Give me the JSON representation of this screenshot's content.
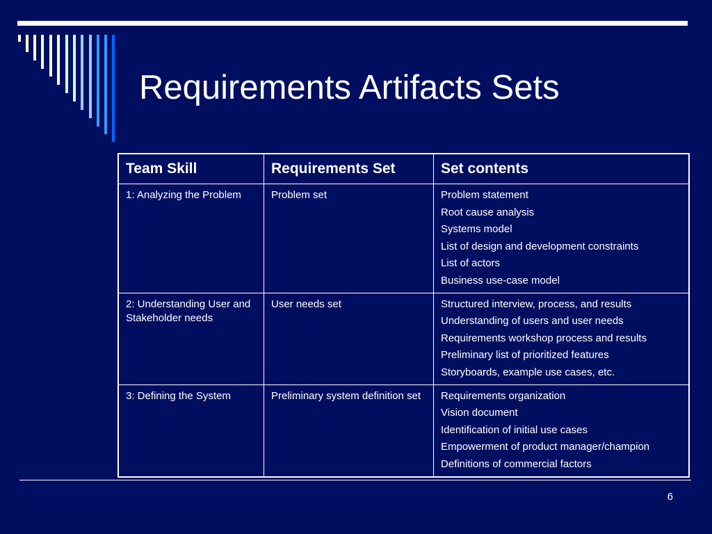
{
  "slide": {
    "title": "Requirements Artifacts Sets",
    "page_number": "6",
    "colors": {
      "background": "#000e5f",
      "text": "#ffffff",
      "stripe_palette": [
        "#ffffcc",
        "#ffffff",
        "#ccffff",
        "#99ccff",
        "#3399ff",
        "#0066ff"
      ]
    }
  },
  "table": {
    "headers": [
      "Team Skill",
      "Requirements Set",
      "Set contents"
    ],
    "rows": [
      {
        "team_skill": "1: Analyzing the Problem",
        "requirements_set": "Problem set",
        "contents": [
          "Problem statement",
          "Root cause analysis",
          "Systems model",
          "List of design and development constraints",
          "List of actors",
          "Business use-case model"
        ]
      },
      {
        "team_skill": "2: Understanding User and Stakeholder needs",
        "requirements_set": "User needs set",
        "contents": [
          "Structured interview, process, and results",
          "Understanding of users and user needs",
          "Requirements workshop process and results",
          "Preliminary list of prioritized features",
          "Storyboards, example use cases, etc."
        ]
      },
      {
        "team_skill": "3: Defining the System",
        "requirements_set": "Preliminary system definition set",
        "contents": [
          "Requirements organization",
          "Vision document",
          "Identification of initial use cases",
          "Empowerment of product manager/champion",
          "Definitions of commercial factors"
        ]
      }
    ]
  }
}
